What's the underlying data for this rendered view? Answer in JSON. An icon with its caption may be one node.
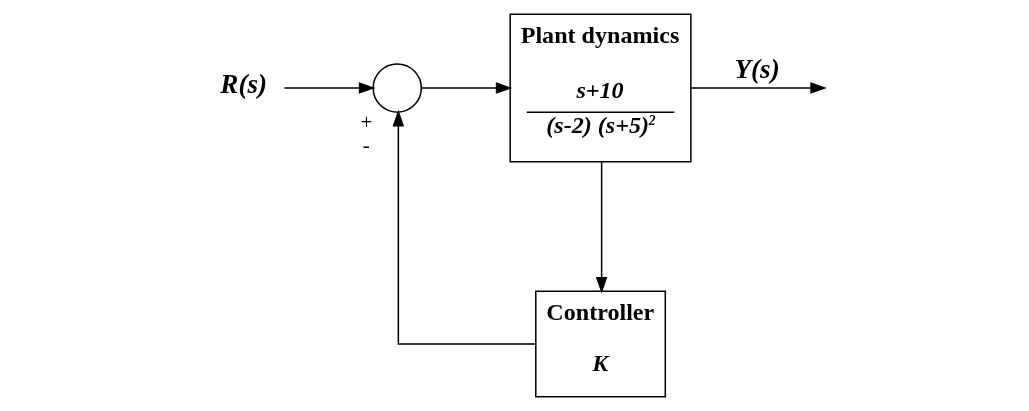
{
  "diagram": {
    "nodes": [
      {
        "text": [
          "R(s)"
        ]
      },
      {
        "text": [],
        "shape": "circle",
        "beside": [
          "+",
          "-"
        ]
      },
      {
        "text": [
          "Plant dynamics",
          "s+10",
          "(s-2) (s+5)$^{2}$"
        ]
      },
      {
        "text": [
          "Controller",
          "K"
        ]
      }
    ],
    "edges": [
      {
        "from": 0,
        "to": 1,
        "arrow": "to"
      },
      {
        "from": 1,
        "to": 2,
        "arrow": "to"
      },
      {
        "from": 2,
        "to": null,
        "arrow": "to",
        "label": "Y(s)"
      },
      {
        "from": 2,
        "to": 3,
        "arrow": "to"
      },
      {
        "from": 3,
        "to": 1,
        "arrow": "to"
      }
    ]
  }
}
